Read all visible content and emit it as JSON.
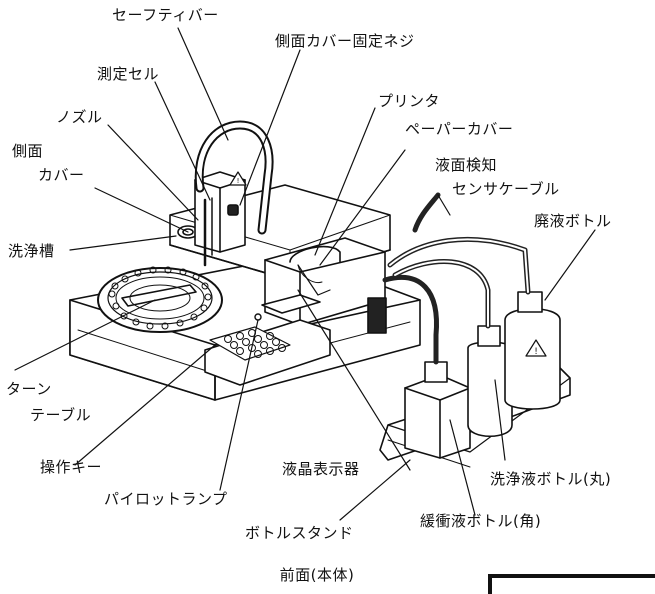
{
  "labels": {
    "safety_bar": "セーフティバー",
    "side_cover_screw": "側面カバー固定ネジ",
    "measuring_cell": "測定セル",
    "printer": "プリンタ",
    "nozzle": "ノズル",
    "paper_cover": "ペーパーカバー",
    "side_cover_line1": "側面",
    "side_cover_line2": "カバー",
    "level_sensor_line1": "液面検知",
    "level_sensor_line2": "センサケーブル",
    "waste_bottle": "廃液ボトル",
    "wash_tank": "洗浄槽",
    "turntable_line1": "ターン",
    "turntable_line2": "テーブル",
    "operation_key": "操作キー",
    "lcd_display": "液晶表示器",
    "wash_bottle_round": "洗浄液ボトル(丸)",
    "pilot_lamp": "パイロットランプ",
    "buffer_bottle_square": "緩衝液ボトル(角)",
    "bottle_stand": "ボトルスタンド",
    "caption": "前面(本体)"
  }
}
